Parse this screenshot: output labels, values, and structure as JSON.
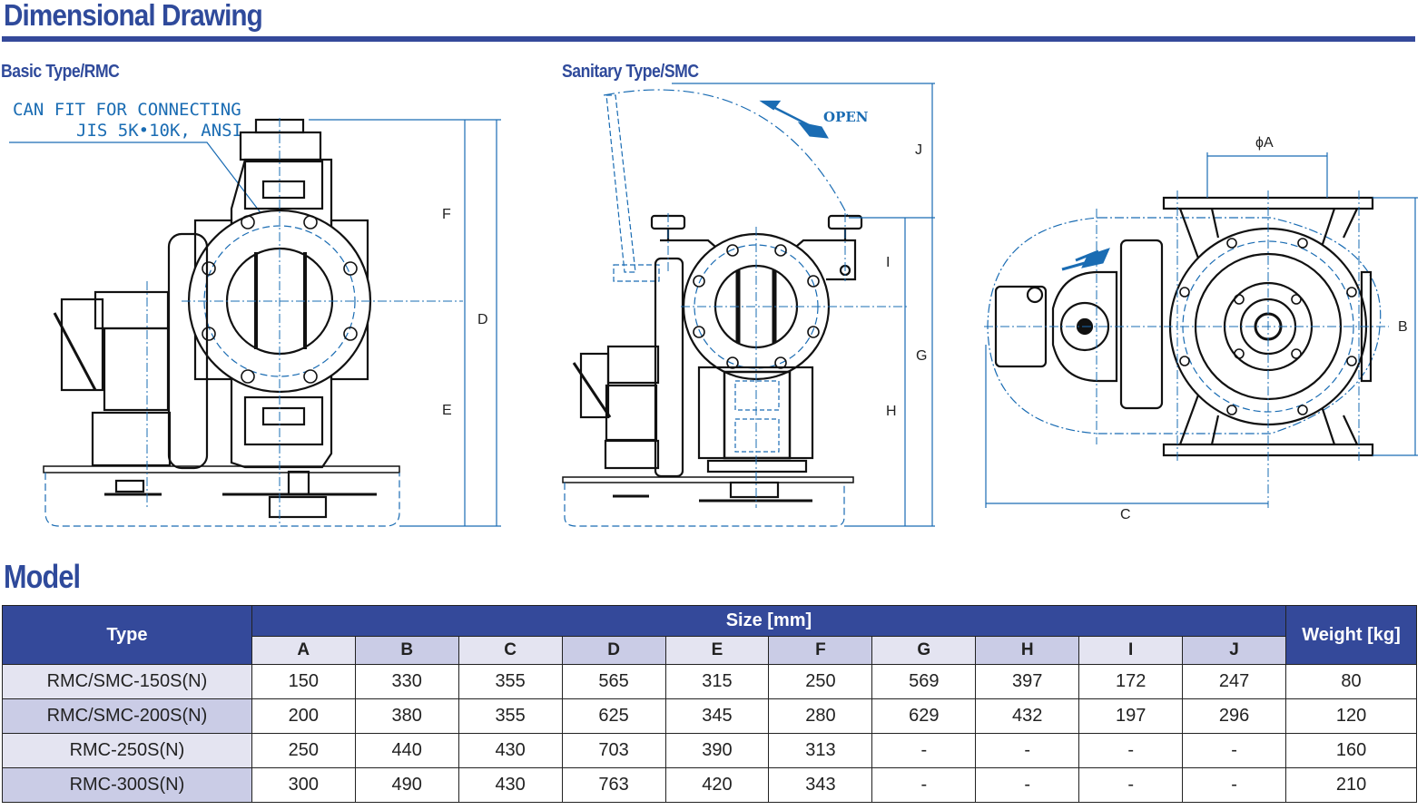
{
  "header": {
    "title": "Dimensional Drawing",
    "accent_color": "#34499a"
  },
  "drawings": {
    "basic": {
      "title": "Basic Type/RMC",
      "note_line1": "CAN FIT FOR CONNECTING",
      "note_line2": "JIS 5K•10K, ANSI",
      "dims": [
        "F",
        "D",
        "E"
      ]
    },
    "sanitary": {
      "title": "Sanitary Type/SMC",
      "open_label": "OPEN",
      "dims": [
        "J",
        "I",
        "G",
        "H"
      ]
    },
    "top_view": {
      "dims": [
        "ϕA",
        "B",
        "C"
      ]
    }
  },
  "model": {
    "title": "Model",
    "headers": {
      "type": "Type",
      "size": "Size [mm]",
      "weight": "Weight [kg]",
      "columns": [
        "A",
        "B",
        "C",
        "D",
        "E",
        "F",
        "G",
        "H",
        "I",
        "J"
      ]
    },
    "rows": [
      {
        "type": "RMC/SMC-150S(N)",
        "values": [
          "150",
          "330",
          "355",
          "565",
          "315",
          "250",
          "569",
          "397",
          "172",
          "247"
        ],
        "weight": "80"
      },
      {
        "type": "RMC/SMC-200S(N)",
        "values": [
          "200",
          "380",
          "355",
          "625",
          "345",
          "280",
          "629",
          "432",
          "197",
          "296"
        ],
        "weight": "120"
      },
      {
        "type": "RMC-250S(N)",
        "values": [
          "250",
          "440",
          "430",
          "703",
          "390",
          "313",
          "-",
          "-",
          "-",
          "-"
        ],
        "weight": "160"
      },
      {
        "type": "RMC-300S(N)",
        "values": [
          "300",
          "490",
          "430",
          "763",
          "420",
          "343",
          "-",
          "-",
          "-",
          "-"
        ],
        "weight": "210"
      }
    ]
  }
}
